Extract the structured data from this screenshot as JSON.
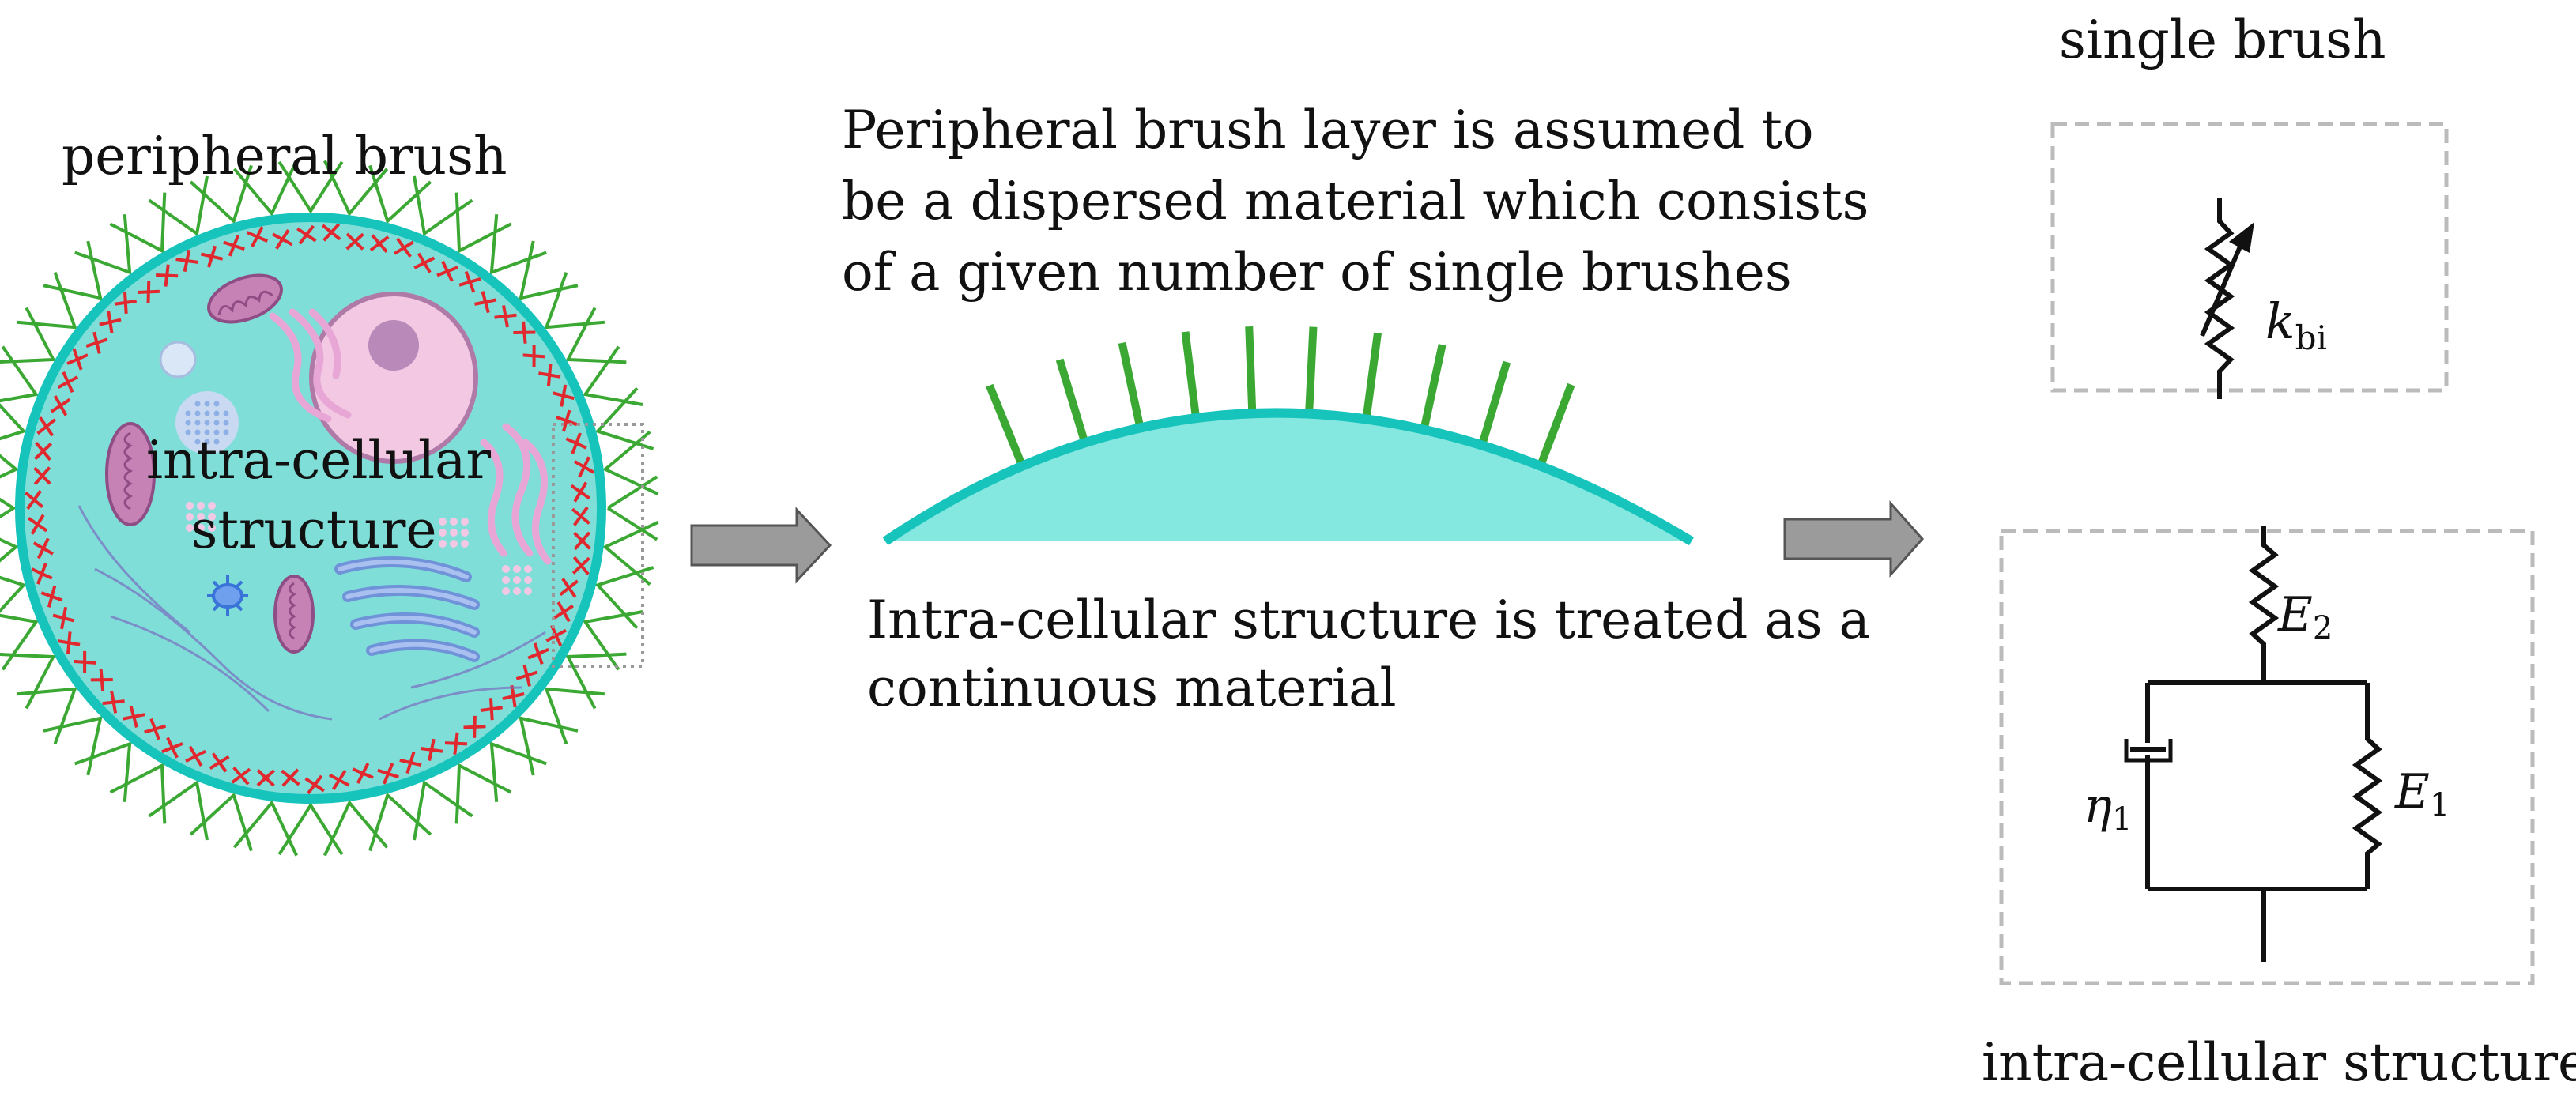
{
  "colors": {
    "cell_fill": "#7fdfd8",
    "membrane": "#17c4bc",
    "brush_green": "#3aa832",
    "cross_red": "#e0282e",
    "arrow_gray": "#9b9b9b",
    "dashed_box": "#bbbbbb"
  },
  "labels": {
    "peripheral_brush": "peripheral brush",
    "intra_cellular_line1": "intra-cellular",
    "intra_cellular_line2": "structure",
    "brush_layer_line1": "Peripheral brush layer is assumed to",
    "brush_layer_line2": "be a dispersed material which consists",
    "brush_layer_line3": "of a given number of single brushes",
    "continuous_line1": "Intra-cellular structure is treated as a",
    "continuous_line2": "continuous material",
    "single_brush": "single brush",
    "intra_cellular_structure": "intra-cellular structure"
  },
  "symbols": {
    "k_main": "k",
    "k_sub": "bi",
    "e2_main": "E",
    "e2_sub": "2",
    "e1_main": "E",
    "e1_sub": "1",
    "eta_main": "η",
    "eta_sub": "1"
  }
}
